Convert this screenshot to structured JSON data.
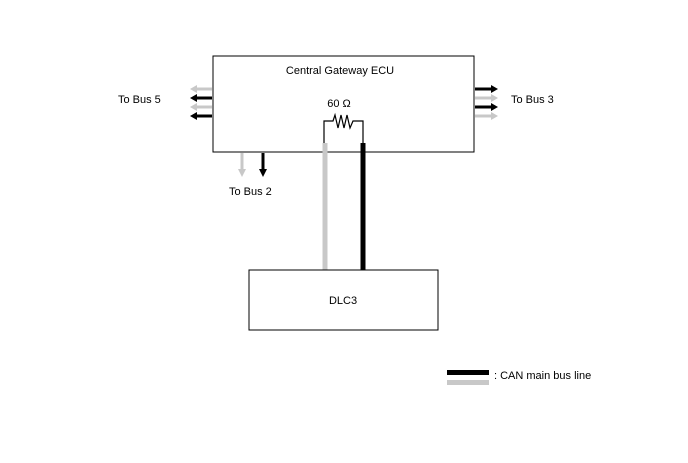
{
  "gateway": {
    "label": "Central Gateway ECU"
  },
  "resistor": {
    "label": "60 Ω"
  },
  "dlc": {
    "label": "DLC3"
  },
  "buses": {
    "left": "To Bus 5",
    "right": "To Bus 3",
    "bottom": "To Bus 2"
  },
  "legend": {
    "main_label": ": CAN main bus line"
  },
  "colors": {
    "main_line": "#000000",
    "secondary_line": "#c8c8c8",
    "box_border": "#000000"
  }
}
